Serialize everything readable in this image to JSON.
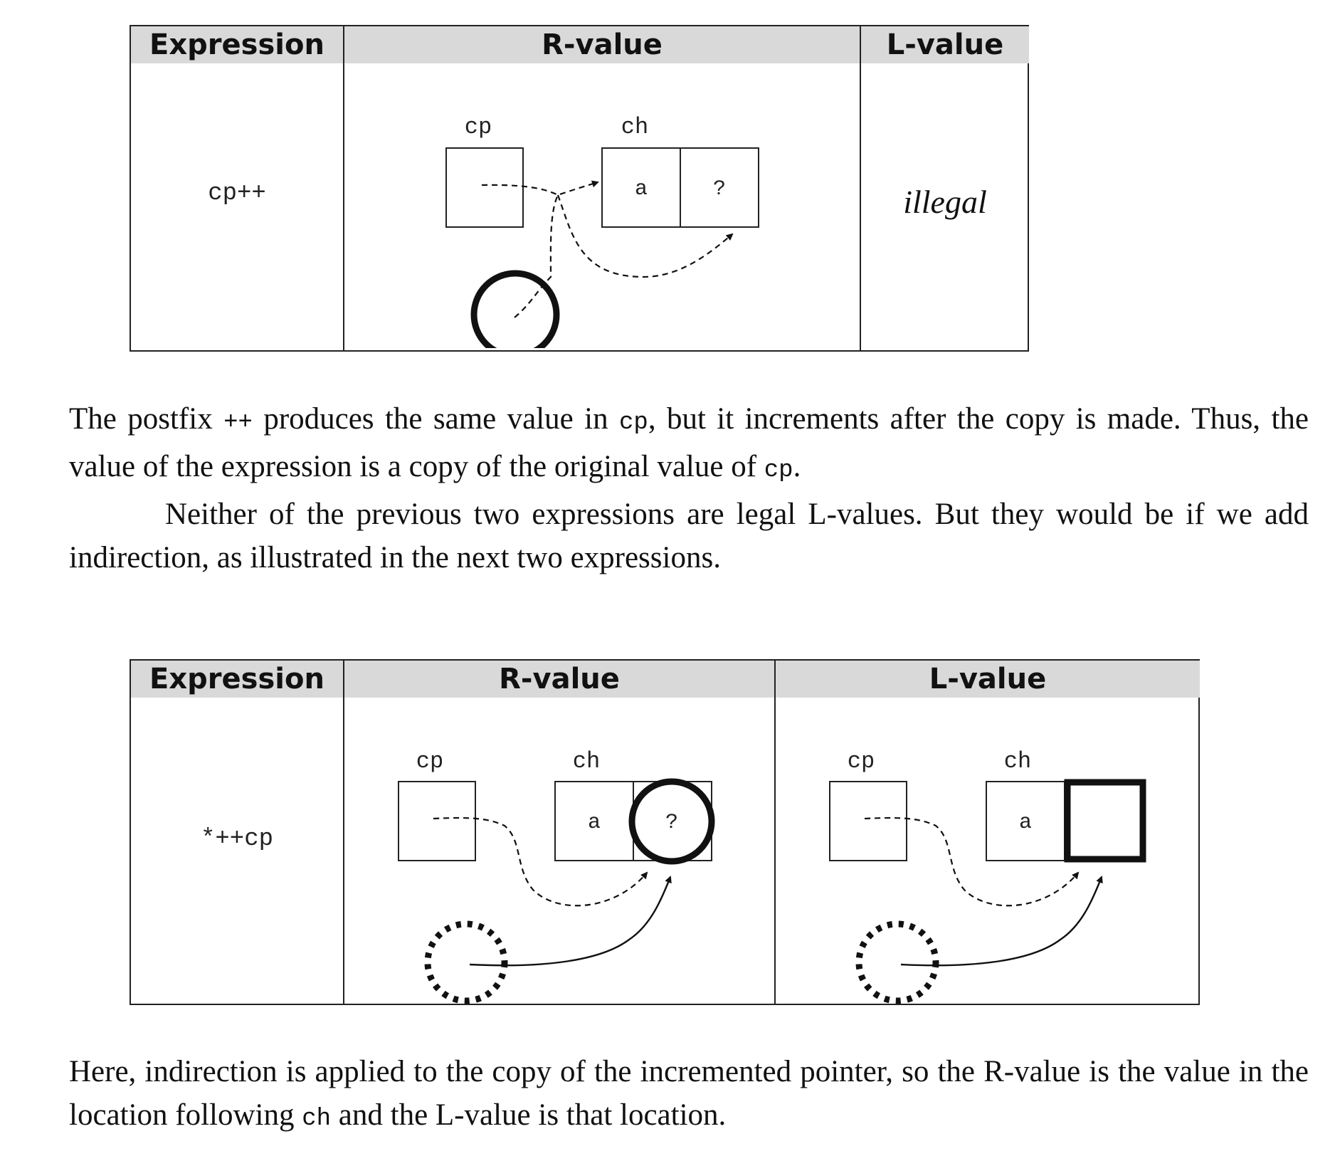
{
  "table1": {
    "headers": {
      "expression": "Expression",
      "rvalue": "R-value",
      "lvalue": "L-value"
    },
    "expression": "cp++",
    "diagram": {
      "cp_label": "cp",
      "ch_label": "ch",
      "cell1": "a",
      "cell2": "?"
    },
    "lvalue_text": "illegal"
  },
  "paragraph1": {
    "line1": [
      "The postfix ",
      "++",
      " produces the same value in ",
      "cp",
      ", but it increments after the copy is made. Thus, the value of the expression is a copy of the original value of ",
      "cp",
      "."
    ],
    "line2": "Neither of the previous two expressions are legal L-values. But they would be if we add indirection, as illustrated in the next two expressions."
  },
  "table2": {
    "headers": {
      "expression": "Expression",
      "rvalue": "R-value",
      "lvalue": "L-value"
    },
    "expression": "*++cp",
    "rvalue_diagram": {
      "cp_label": "cp",
      "ch_label": "ch",
      "cell1": "a",
      "cell2": "?"
    },
    "lvalue_diagram": {
      "cp_label": "cp",
      "ch_label": "ch",
      "cell1": "a"
    }
  },
  "paragraph2": [
    "Here, indirection is applied to the copy of the incremented pointer, so the R-value is the value in the location following ",
    "ch",
    " and the L-value is that location."
  ]
}
